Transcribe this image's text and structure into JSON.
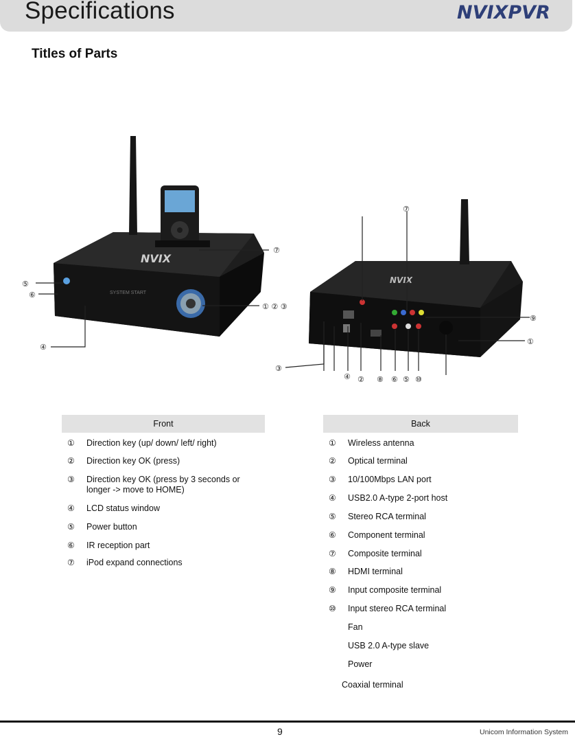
{
  "header": {
    "title": "Specifications",
    "logo_text": "NVIXPVR"
  },
  "section_title": "Titles of Parts",
  "figure": {
    "front_callouts": {
      "top_right": "⑦",
      "mid_right": "① ② ③",
      "left_top": "⑤",
      "left_mid": "⑥",
      "left_bottom": "④",
      "device_brand": "NVIX",
      "panel_text": "SYSTEM START"
    },
    "back_callouts": {
      "top_left": "",
      "top_right": "⑦",
      "right_top": "⑨",
      "right_bottom": "①",
      "left": "③",
      "bottom": [
        "",
        "",
        "④",
        "②",
        "⑧",
        "⑥",
        "⑤",
        "⑩"
      ],
      "bottom_far": "",
      "device_brand": "NVIX"
    }
  },
  "front_table": {
    "header": "Front",
    "rows": [
      {
        "num": "①",
        "text": "Direction key (up/ down/ left/ right)"
      },
      {
        "num": "②",
        "text": "Direction key OK (press)"
      },
      {
        "num": "③",
        "text": "Direction key OK (press by 3 seconds or longer -> move to HOME)"
      },
      {
        "num": "④",
        "text": "LCD status window"
      },
      {
        "num": "⑤",
        "text": "Power button"
      },
      {
        "num": "⑥",
        "text": "IR reception part"
      },
      {
        "num": "⑦",
        "text": "iPod expand connections"
      }
    ]
  },
  "back_table": {
    "header": "Back",
    "rows": [
      {
        "num": "①",
        "text": "Wireless antenna"
      },
      {
        "num": "②",
        "text": "Optical terminal"
      },
      {
        "num": "③",
        "text": "10/100Mbps LAN port"
      },
      {
        "num": "④",
        "text": "USB2.0 A-type 2-port host"
      },
      {
        "num": "⑤",
        "text": "Stereo RCA terminal"
      },
      {
        "num": "⑥",
        "text": "Component terminal"
      },
      {
        "num": "⑦",
        "text": "Composite terminal"
      },
      {
        "num": "⑧",
        "text": "HDMI terminal"
      },
      {
        "num": "⑨",
        "text": "Input composite terminal"
      },
      {
        "num": "⑩",
        "text": "Input stereo RCA terminal"
      },
      {
        "num": "",
        "text": "Fan"
      },
      {
        "num": "",
        "text": "USB 2.0 A-type slave"
      },
      {
        "num": "",
        "text": "Power"
      },
      {
        "num": "",
        "text": "Coaxial terminal"
      }
    ]
  },
  "footer": {
    "page_number": "9",
    "company": "Unicom Information System"
  }
}
